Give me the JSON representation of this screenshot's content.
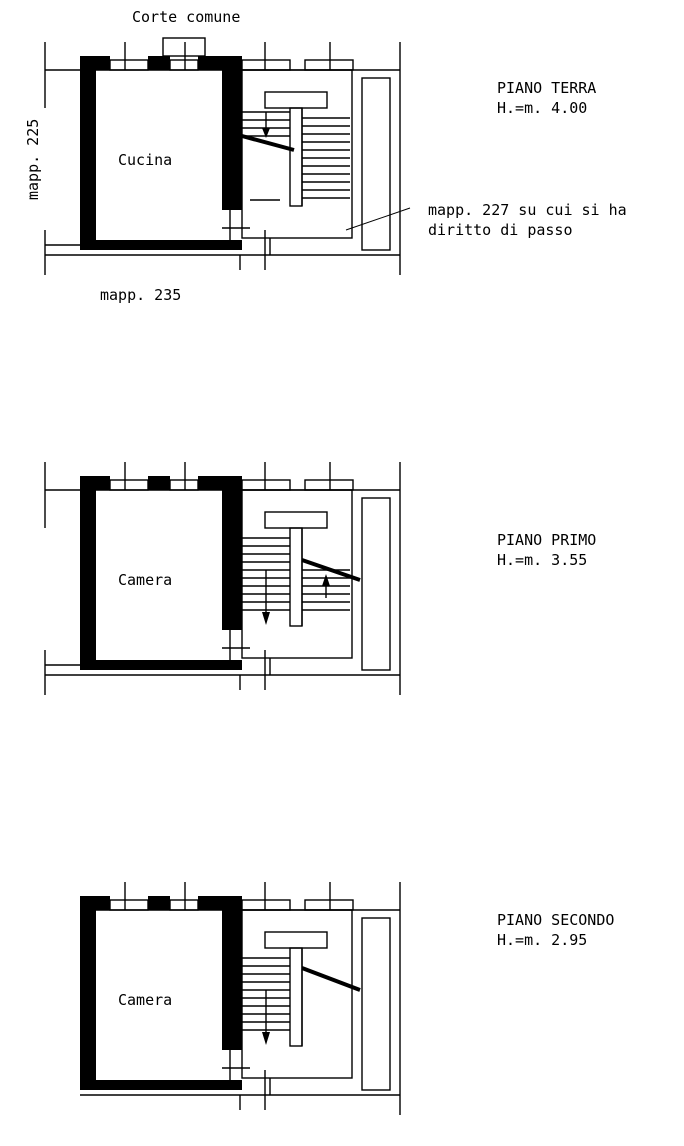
{
  "header": {
    "corte": "Corte comune"
  },
  "notes": {
    "mapp_left": "mapp. 225",
    "mapp_bottom": "mapp. 235",
    "mapp_227_line1": "mapp. 227 su cui si ha",
    "mapp_227_line2": "diritto di passo"
  },
  "floors": [
    {
      "room": "Cucina",
      "title": "PIANO TERRA",
      "height": "H.=m. 4.00"
    },
    {
      "room": "Camera",
      "title": "PIANO PRIMO",
      "height": "H.=m. 3.55"
    },
    {
      "room": "Camera",
      "title": "PIANO SECONDO",
      "height": "H.=m. 2.95"
    }
  ],
  "colors": {
    "ink": "#000000",
    "paper": "#ffffff"
  }
}
